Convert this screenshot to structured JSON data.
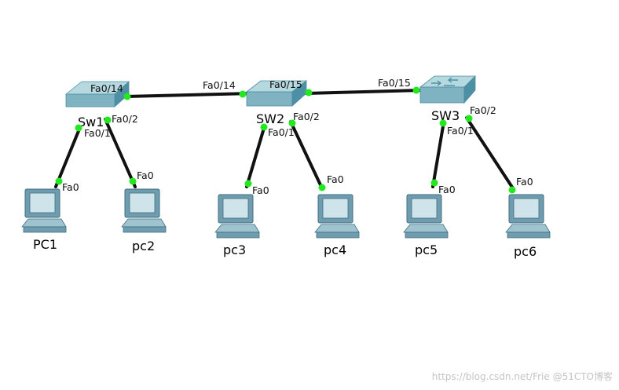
{
  "colors": {
    "link": "#111111",
    "port_up": "#22e81e",
    "switch_light": "#b6d9e0",
    "switch_mid": "#7fb3c2",
    "switch_dark": "#4d8fa4",
    "pc_body": "#6f9cae",
    "pc_screen": "#cfe4ea",
    "watermark": "#c4c4c4"
  },
  "switches": [
    {
      "id": "sw1",
      "label": "Sw1",
      "icon": "switch-icon-light"
    },
    {
      "id": "sw2",
      "label": "SW2",
      "icon": "switch-icon"
    },
    {
      "id": "sw3",
      "label": "SW3",
      "icon": "multilayer-switch-icon"
    }
  ],
  "pcs": [
    {
      "id": "pc1",
      "label": "PC1",
      "icon": "pc-icon"
    },
    {
      "id": "pc2",
      "label": "pc2",
      "icon": "pc-icon"
    },
    {
      "id": "pc3",
      "label": "pc3",
      "icon": "pc-icon"
    },
    {
      "id": "pc4",
      "label": "pc4",
      "icon": "pc-icon"
    },
    {
      "id": "pc5",
      "label": "pc5",
      "icon": "pc-icon"
    },
    {
      "id": "pc6",
      "label": "pc6",
      "icon": "pc-icon"
    }
  ],
  "links": [
    {
      "from": "sw1",
      "to": "sw2",
      "from_port": "Fa0/14",
      "to_port": "Fa0/14"
    },
    {
      "from": "sw2",
      "to": "sw3",
      "from_port": "Fa0/15",
      "to_port": "Fa0/15"
    },
    {
      "from": "sw1",
      "to": "pc1",
      "from_port": "Fa0/1",
      "to_port": "Fa0"
    },
    {
      "from": "sw1",
      "to": "pc2",
      "from_port": "Fa0/2",
      "to_port": "Fa0"
    },
    {
      "from": "sw2",
      "to": "pc3",
      "from_port": "Fa0/1",
      "to_port": "Fa0"
    },
    {
      "from": "sw2",
      "to": "pc4",
      "from_port": "Fa0/2",
      "to_port": "Fa0"
    },
    {
      "from": "sw3",
      "to": "pc5",
      "from_port": "Fa0/1",
      "to_port": "Fa0"
    },
    {
      "from": "sw3",
      "to": "pc6",
      "from_port": "Fa0/2",
      "to_port": "Fa0"
    }
  ],
  "watermark": "https://blog.csdn.net/Frie @51CTO博客"
}
